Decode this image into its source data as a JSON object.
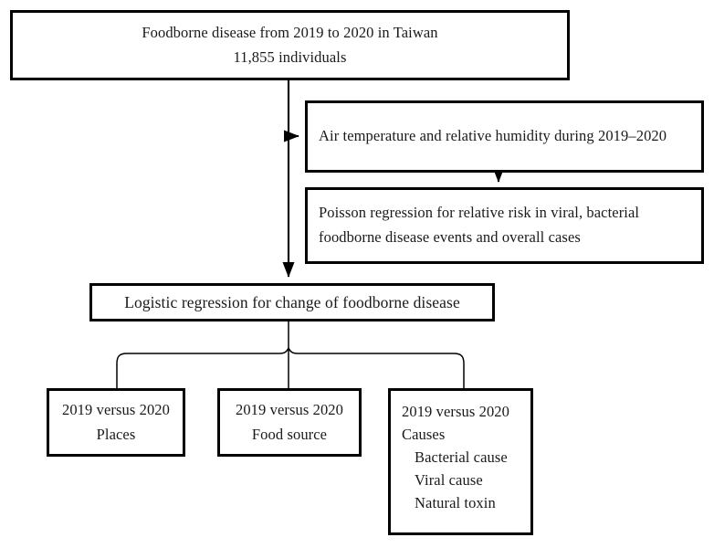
{
  "diagram": {
    "type": "flowchart",
    "title": "Study design flowchart for foodborne disease analysis",
    "background_color": "#ffffff",
    "line_color": "#000000",
    "text_color": "#1a1a1a"
  },
  "nodes": {
    "cohort": {
      "line1": "Foodborne disease from 2019 to 2020 in Taiwan",
      "line2": "11,855 individuals"
    },
    "climate": {
      "text": "Air temperature and relative humidity during 2019–2020"
    },
    "poisson": {
      "text": "Poisson regression for relative risk in viral, bacterial foodborne disease events and overall cases"
    },
    "logistic": {
      "text": "Logistic regression for change of foodborne disease"
    },
    "places": {
      "line1": "2019 versus 2020",
      "line2": "Places"
    },
    "food_source": {
      "line1": "2019 versus 2020",
      "line2": "Food source"
    },
    "causes": {
      "line1": "2019 versus 2020",
      "line2": "Causes",
      "sub1": "Bacterial cause",
      "sub2": "Viral cause",
      "sub3": "Natural toxin"
    }
  },
  "connectors": [
    {
      "name": "cohort-to-climate",
      "kind": "arrow",
      "from": "cohort",
      "to": "climate"
    },
    {
      "name": "climate-to-poisson",
      "kind": "arrow",
      "from": "climate",
      "to": "poisson"
    },
    {
      "name": "cohort-to-logistic",
      "kind": "arrow",
      "from": "cohort",
      "to": "logistic"
    },
    {
      "name": "logistic-to-places",
      "kind": "curved-brace",
      "from": "logistic",
      "to": "places"
    },
    {
      "name": "logistic-to-food-source",
      "kind": "line",
      "from": "logistic",
      "to": "food_source"
    },
    {
      "name": "logistic-to-causes",
      "kind": "curved-brace",
      "from": "logistic",
      "to": "causes"
    }
  ]
}
